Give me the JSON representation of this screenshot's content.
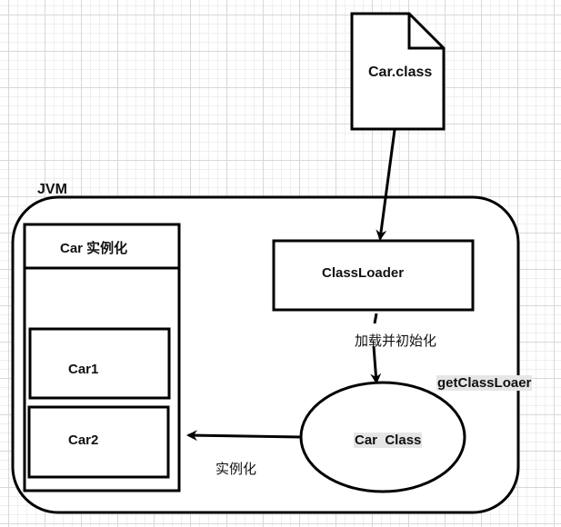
{
  "diagram": {
    "file_node": {
      "label": "Car.class",
      "icon": "file-icon"
    },
    "jvm_container": {
      "label": "JVM"
    },
    "instances_panel": {
      "header": "Car 实例化",
      "items": [
        {
          "label": "Car1"
        },
        {
          "label": "Car2"
        }
      ]
    },
    "classloader_node": {
      "label": "ClassLoader"
    },
    "class_node": {
      "label": "Car  Class"
    },
    "edges": {
      "load_edge_label": "加载并初始化",
      "get_classloader_label": "getClassLoaer",
      "instantiate_edge_label": "实例化"
    },
    "colors": {
      "stroke": "#000000",
      "fill": "#ffffff",
      "label_highlight": "#e6e6e6"
    }
  }
}
